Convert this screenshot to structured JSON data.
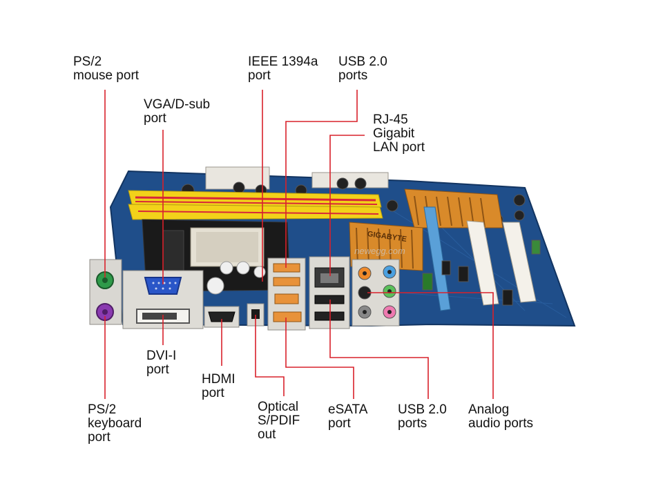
{
  "labels": {
    "ps2_mouse": "PS/2\nmouse port",
    "vga": "VGA/D-sub\nport",
    "ieee1394": "IEEE 1394a\nport",
    "usb_top": "USB 2.0\nports",
    "rj45": "RJ-45\nGigabit\nLAN port",
    "dvi": "DVI-I\nport",
    "hdmi": "HDMI\nport",
    "ps2_keyboard": "PS/2\nkeyboard\nport",
    "optical": "Optical\nS/PDIF\nout",
    "esata": "eSATA\nport",
    "usb_bottom": "USB 2.0\nports",
    "analog": "Analog\naudio ports"
  },
  "board_branding": {
    "brand": "GIGABYTE",
    "watermark": "newegg.com"
  },
  "colors": {
    "leader_line": "#d9202a",
    "pcb": "#1f4e8a",
    "ram_slot": "#f2d21a",
    "ram_slot_alt": "#d8263a",
    "heatsink": "#d98a2a",
    "pcie_slot": "#5aa0d8",
    "port_mouse": "#2f9a4a",
    "port_keyboard": "#8a3ab0",
    "port_vga": "#2a56c8"
  }
}
